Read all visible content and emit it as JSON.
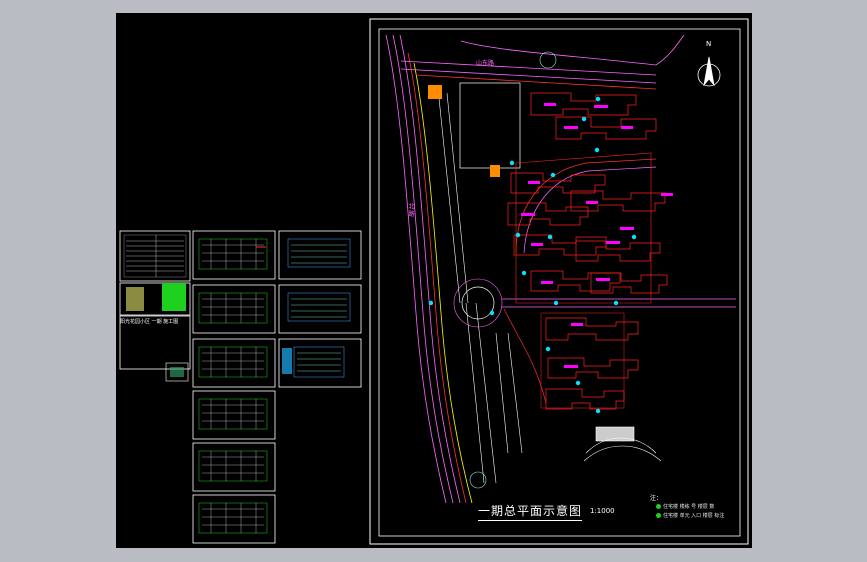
{
  "viewer": {
    "background_color": "#b9bcc3",
    "canvas_color": "#000000"
  },
  "plan": {
    "title": "一期总平面示意图",
    "scale": "1:1000",
    "north_label": "N",
    "road_label_top": "山东路",
    "road_label_west": "北 路",
    "legend_header": "注：",
    "legend_items": [
      {
        "text": "住宅楼 楼栋 号 楼层 数",
        "color": "#1fd11f"
      },
      {
        "text": "住宅楼 单元 入口 楼层 标注",
        "color": "#1fd11f"
      }
    ],
    "colors": {
      "frame": "#ffffff",
      "road": "#ff66ff",
      "building": "#ff2020",
      "highlight": "#ffff00",
      "marker": "#00e5ff",
      "label": "#ff00ff",
      "entry": "#ff8c00"
    }
  },
  "sheets": {
    "cover_note": "阳光花园小区 一期 施工图",
    "count": 12
  }
}
